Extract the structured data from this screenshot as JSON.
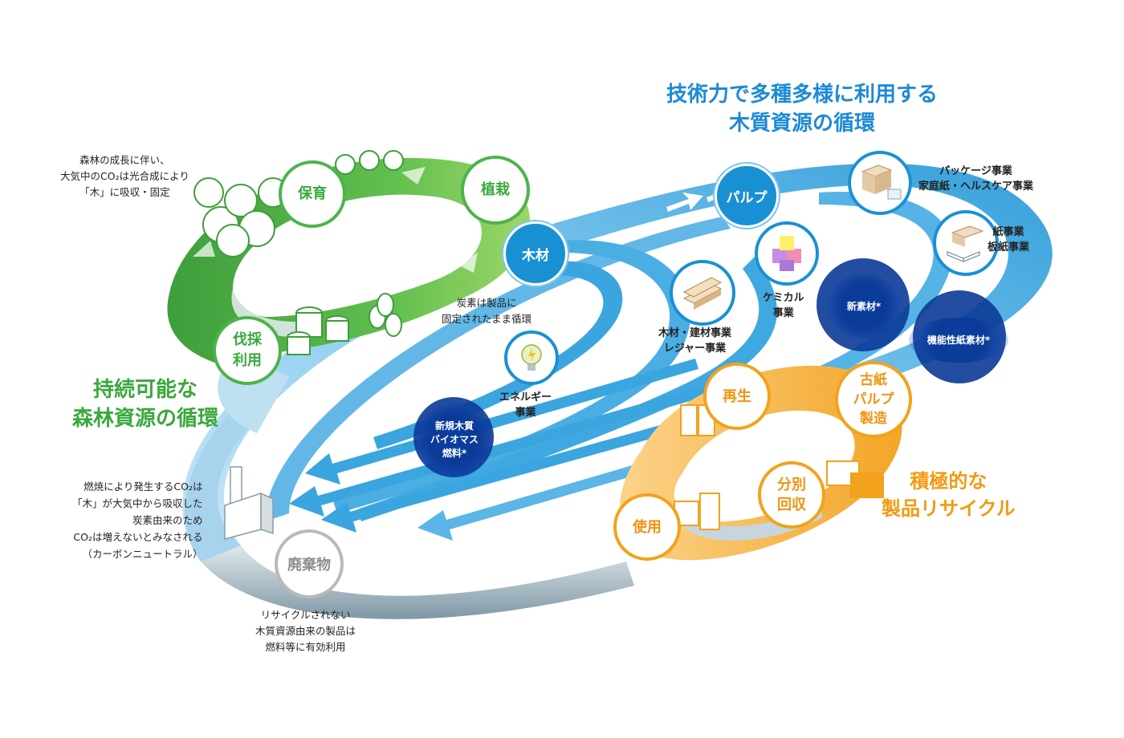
{
  "titles": {
    "blue": [
      "技術力で多種多様に利用する",
      "木質資源の循環"
    ],
    "green": [
      "持続可能な",
      "森林資源の循環"
    ],
    "orange": [
      "積極的な",
      "製品リサイクル"
    ]
  },
  "notes": {
    "forest": [
      "森林の成長に伴い、",
      "大気中のCO₂は光合成により",
      "「木」に吸収・固定"
    ],
    "carbon": [
      "炭素は製品に",
      "固定されたまま循環"
    ],
    "combustion": [
      "燃焼により発生するCO₂は",
      "「木」が大気中から吸収した",
      "炭素由来のため",
      "CO₂は増えないとみなされる",
      "（カーボンニュートラル）"
    ],
    "disposal": [
      "リサイクルされない",
      "木質資源由来の製品は",
      "燃料等に有効利用"
    ]
  },
  "nodes": {
    "hoiku": "保育",
    "shokusai": [
      "植栽"
    ],
    "bassai": [
      "伐採",
      "利用"
    ],
    "mokuzai": "木材",
    "pulp": "パルプ",
    "haikibutsu": "廃棄物",
    "saisei": "再生",
    "koshi": [
      "古紙",
      "パルプ",
      "製造"
    ],
    "bunbetsu": [
      "分別",
      "回収"
    ],
    "shiyo": "使用",
    "biomass": [
      "新規木質",
      "バイオマス",
      "燃料*"
    ],
    "shinsozai": "新素材*",
    "kinosei": "機能性紙素材*"
  },
  "businesses": {
    "energy": [
      "エネルギー",
      "事業"
    ],
    "mokuzai_biz": [
      "木材・建材事業",
      "レジャー事業"
    ],
    "chemical": [
      "ケミカル",
      "事業"
    ],
    "package": [
      "パッケージ事業",
      "家庭紙・ヘルスケア事業"
    ],
    "paper": [
      "紙事業",
      "板紙事業"
    ]
  },
  "colors": {
    "blue": "#1a90d4",
    "green": "#4db34a",
    "orange": "#f2a21b",
    "gray": "#b9b9b9",
    "dark_blue": "#0b3a97"
  }
}
